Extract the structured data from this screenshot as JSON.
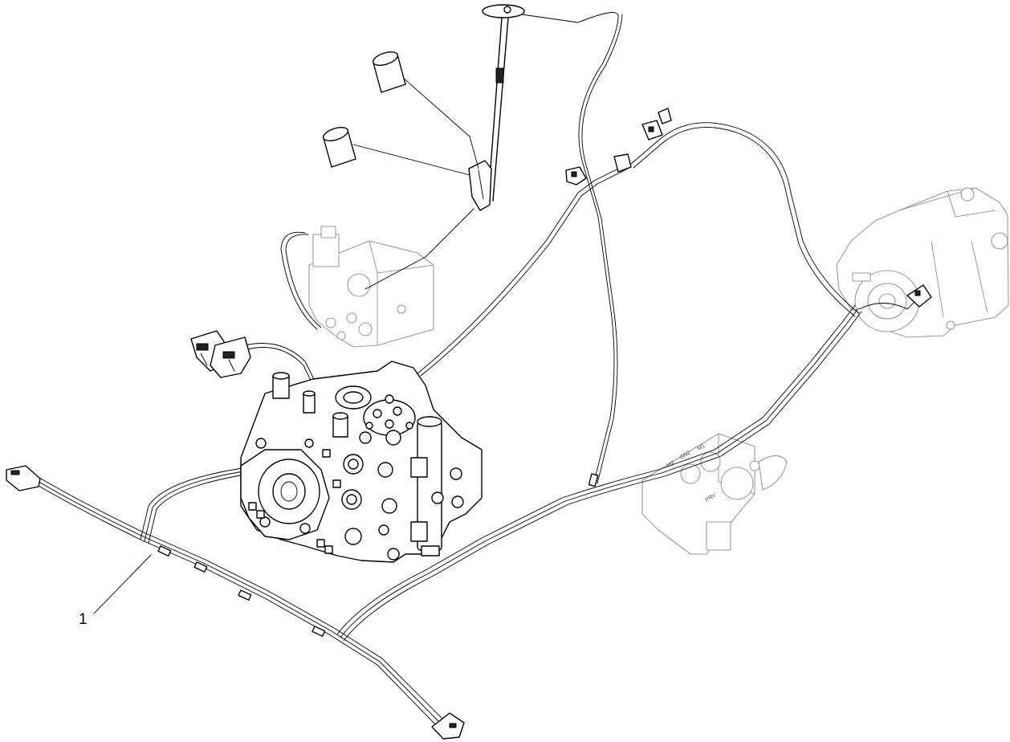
{
  "callouts": [
    {
      "number": "1"
    }
  ],
  "valve_markings": [
    "M2",
    "GN2",
    "M1",
    "PRV"
  ]
}
